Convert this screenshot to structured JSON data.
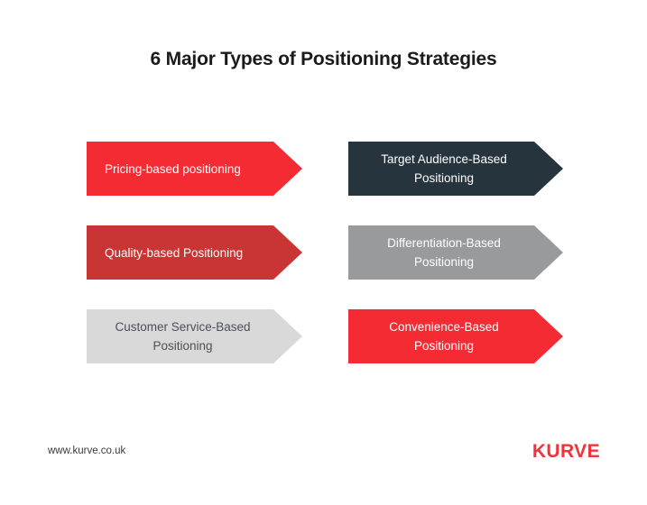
{
  "title": "6 Major Types of Positioning Strategies",
  "colors": {
    "background": "#FFFFFF",
    "title_text": "#1B1B1B",
    "bright_red": "#F42B32",
    "brick_red": "#C93434",
    "dark_slate": "#26343D",
    "medium_gray": "#989A9C",
    "light_gray": "#D9D9D9",
    "white_text": "#FFFFFF",
    "dark_gray_text": "#4A5159",
    "logo_red": "#F1333B",
    "footer_text": "#3B3B3B"
  },
  "rows": [
    {
      "left": {
        "label": "Pricing-based positioning",
        "fill": "#F42B32",
        "text_color": "#FFFFFF",
        "multiline": false
      },
      "right": {
        "label": "Target Audience-Based\nPositioning",
        "fill": "#26343D",
        "text_color": "#FFFFFF",
        "multiline": true
      }
    },
    {
      "left": {
        "label": "Quality-based Positioning",
        "fill": "#C93434",
        "text_color": "#FFFFFF",
        "multiline": false
      },
      "right": {
        "label": "Differentiation-Based\nPositioning",
        "fill": "#989A9C",
        "text_color": "#FFFFFF",
        "multiline": true
      }
    },
    {
      "left": {
        "label": "Customer Service-Based\nPositioning",
        "fill": "#D9D9D9",
        "text_color": "#4A5159",
        "multiline": true
      },
      "right": {
        "label": "Convenience-Based\nPositioning",
        "fill": "#F42B32",
        "text_color": "#FFFFFF",
        "multiline": true
      }
    }
  ],
  "footer": {
    "url": "www.kurve.co.uk",
    "logo": "KURVE"
  }
}
